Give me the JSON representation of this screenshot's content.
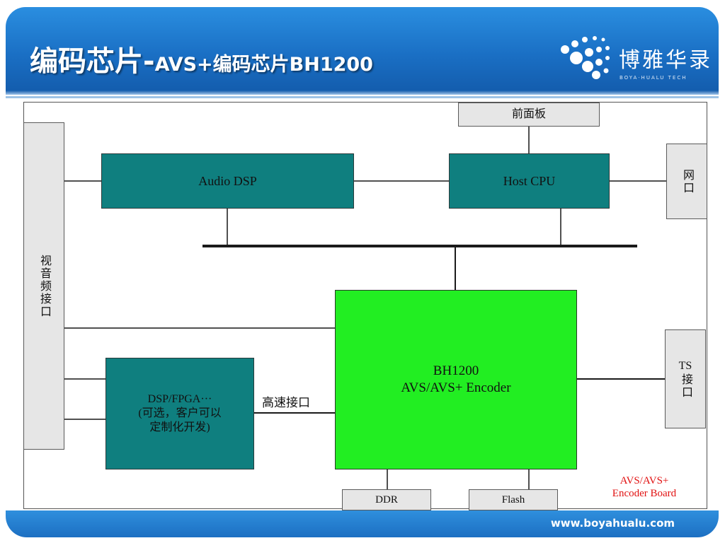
{
  "header": {
    "title_main": "编码芯片-",
    "title_sub": "AVS+编码芯片BH1200",
    "logo_name": "博雅华录",
    "logo_tagline": "BOYA·HUALU TECH"
  },
  "footer": {
    "url": "www.boyahualu.com"
  },
  "diagram": {
    "front_panel": "前面板",
    "audio_dsp": "Audio DSP",
    "host_cpu": "Host CPU",
    "network_port": "网口",
    "av_interface": "视音频接口",
    "bh1200_line1": "BH1200",
    "bh1200_line2": "AVS/AVS+ Encoder",
    "dsp_fpga_line1": "DSP/FPGA···",
    "dsp_fpga_line2": "(可选，客户可以",
    "dsp_fpga_line3": "定制化开发)",
    "high_speed_interface": "高速接口",
    "ts_interface_line1": "TS",
    "ts_interface_line2": "接口",
    "ddr": "DDR",
    "flash": "Flash",
    "board_label_line1": "AVS/AVS+",
    "board_label_line2": "Encoder Board"
  },
  "colors": {
    "header_blue": "#1a6fc4",
    "teal_block": "#0f7f7f",
    "green_block": "#22ee22",
    "gray_block": "#e6e6e6",
    "board_label_red": "#e11010"
  },
  "icons": [
    "boya-hualu-dots-logo-icon"
  ]
}
